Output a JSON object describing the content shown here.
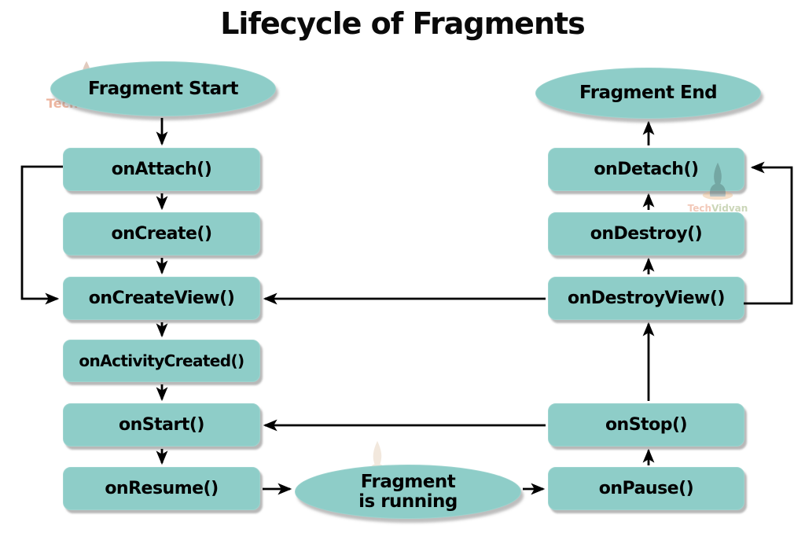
{
  "title": "Lifecycle of Fragments",
  "watermark": {
    "tech": "Tech",
    "vidvan": "Vidvan"
  },
  "colors": {
    "background": "#ffffff",
    "node_fill": "#8ecdc8",
    "node_text": "#000000",
    "arrow": "#000000",
    "title_text": "#0a0a0a"
  },
  "diagram": {
    "terminals": {
      "start": {
        "label": "Fragment Start"
      },
      "end": {
        "label": "Fragment End"
      },
      "running": {
        "line1": "Fragment",
        "line2": "is running"
      }
    },
    "left_column": [
      {
        "label": "onAttach()"
      },
      {
        "label": "onCreate()"
      },
      {
        "label": "onCreateView()"
      },
      {
        "label": "onActivityCreated()"
      },
      {
        "label": "onStart()"
      },
      {
        "label": "onResume()"
      }
    ],
    "right_column": [
      {
        "label": "onDetach()"
      },
      {
        "label": "onDestroy()"
      },
      {
        "label": "onDestroyView()"
      },
      {
        "label": "onStop()"
      },
      {
        "label": "onPause()"
      }
    ]
  }
}
